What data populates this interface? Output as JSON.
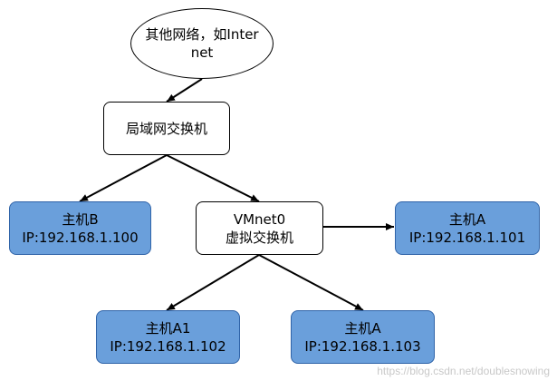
{
  "nodes": {
    "internet": {
      "line1": "其他网络，如Inter",
      "line2": "net"
    },
    "lan_switch": {
      "label": "局域网交换机"
    },
    "vmnet0": {
      "line1": "VMnet0",
      "line2": "虚拟交换机"
    },
    "host_b": {
      "name": "主机B",
      "ip": "IP:192.168.1.100"
    },
    "host_a_right": {
      "name": "主机A",
      "ip": "IP:192.168.1.101"
    },
    "host_a1": {
      "name": "主机A1",
      "ip": "IP:192.168.1.102"
    },
    "host_a_bottom": {
      "name": "主机A",
      "ip": "IP:192.168.1.103"
    }
  },
  "watermark": "https://blog.csdn.net/doublesnowing",
  "colors": {
    "host_fill": "#6a9fdb",
    "host_border": "#2f63a8",
    "line": "#000000"
  }
}
